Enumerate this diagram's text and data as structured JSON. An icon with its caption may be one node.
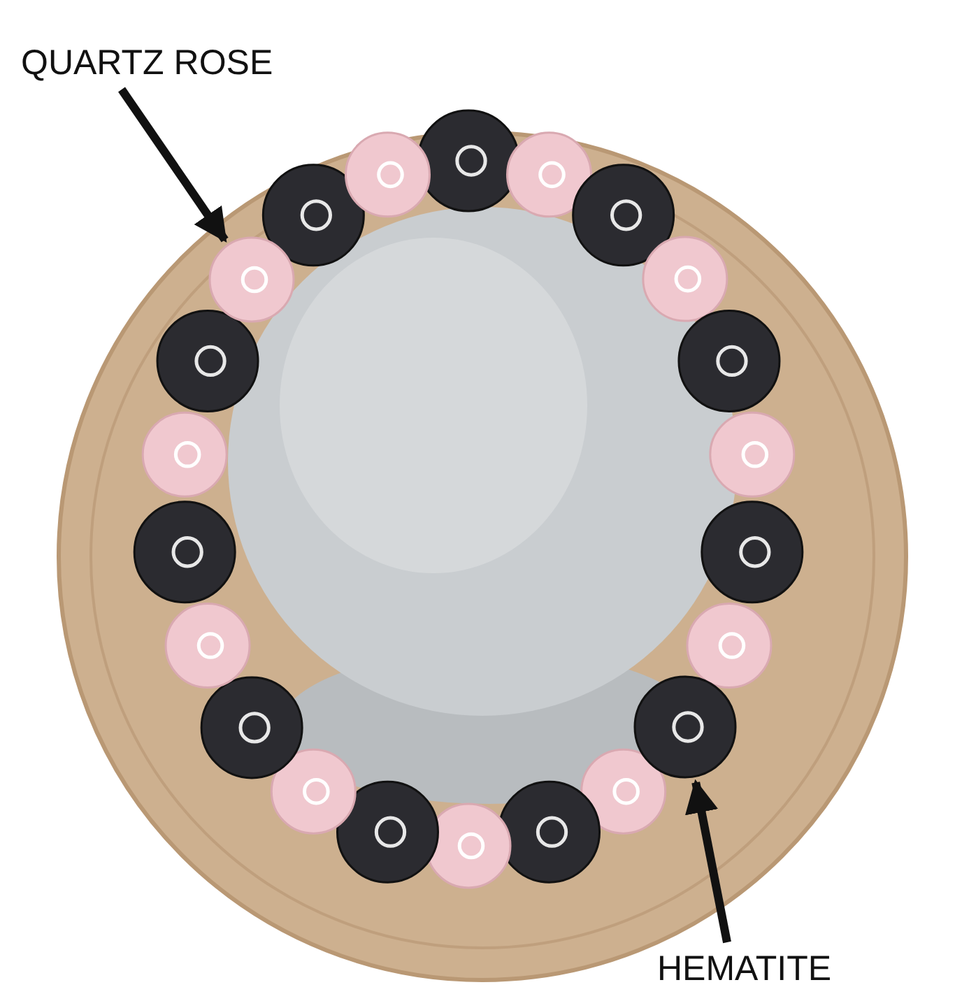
{
  "diagram": {
    "nodes": [
      {
        "text": [
          "QUARTZ ROSE"
        ]
      },
      {
        "text": [],
        "shape": "circle"
      },
      {
        "text": [],
        "shape": "circle"
      },
      {
        "text": [
          "HEMATITE"
        ]
      }
    ],
    "edges": [
      {
        "from": 0,
        "to": 1,
        "arrow": "to"
      },
      {
        "from": 3,
        "to": 2,
        "arrow": "to"
      }
    ]
  }
}
